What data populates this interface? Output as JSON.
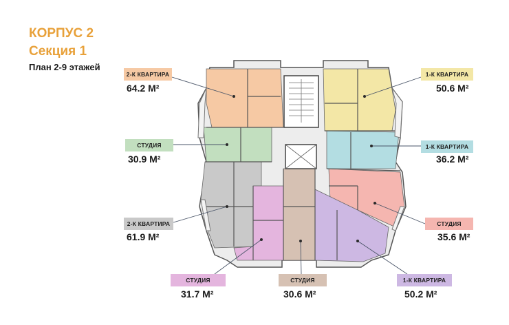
{
  "header": {
    "building": "КОРПУС 2",
    "section": "Секция 1",
    "floors": "План 2-9 этажей"
  },
  "units": [
    {
      "id": "u1",
      "type": "2-К КВАРТИРА",
      "area": "64.2 М²",
      "color": "#f6c9a4"
    },
    {
      "id": "u2",
      "type": "1-К КВАРТИРА",
      "area": "50.6 М²",
      "color": "#f3e7a6"
    },
    {
      "id": "u3",
      "type": "СТУДИЯ",
      "area": "30.9 М²",
      "color": "#c2dfbf"
    },
    {
      "id": "u4",
      "type": "1-К КВАРТИРА",
      "area": "36.2 М²",
      "color": "#b3dde2"
    },
    {
      "id": "u5",
      "type": "2-К КВАРТИРА",
      "area": "61.9 М²",
      "color": "#c9c9c9"
    },
    {
      "id": "u6",
      "type": "СТУДИЯ",
      "area": "35.6 М²",
      "color": "#f5b6b0"
    },
    {
      "id": "u7",
      "type": "СТУДИЯ",
      "area": "31.7 М²",
      "color": "#e4b5de"
    },
    {
      "id": "u8",
      "type": "СТУДИЯ",
      "area": "30.6 М²",
      "color": "#d6c1b3"
    },
    {
      "id": "u9",
      "type": "1-К КВАРТИРА",
      "area": "50.2 М²",
      "color": "#cdb8e3"
    }
  ]
}
